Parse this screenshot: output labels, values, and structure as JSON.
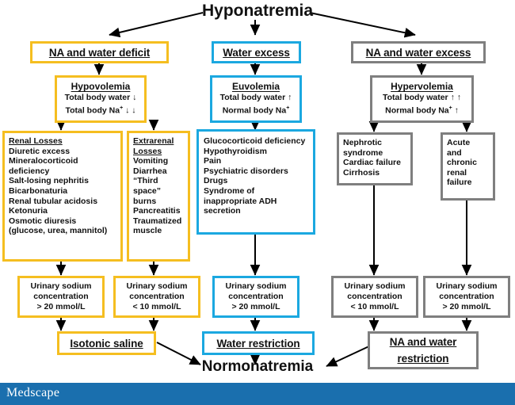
{
  "diagram": {
    "title": "Hyponatremia",
    "outcome": "Normonatremia",
    "colors": {
      "yellow": "#F5BE20",
      "blue": "#1BA8E0",
      "gray": "#7F7F7F",
      "footer_blue": "#1A6FAE",
      "text": "#111111"
    }
  },
  "branches": {
    "deficit": {
      "header": "NA and water deficit",
      "volume_status": {
        "name": "Hypovolemia",
        "line1": "Total body water ↓",
        "line2_pre": "Total body Na",
        "line2_sup": "+",
        "line2_post": " ↓ ↓"
      },
      "causes_left": {
        "heading": "Renal Losses",
        "items": [
          "Diuretic excess",
          "Mineralocorticoid",
          " deficiency",
          "Salt-losing nephritis",
          "Bicarbonaturia",
          "Renal tubular acidosis",
          "Ketonuria",
          "Osmotic diuresis",
          " (glucose, urea, mannitol)"
        ]
      },
      "causes_right": {
        "heading_line1": "Extrarenal",
        "heading_line2": "Losses",
        "items": [
          "Vomiting",
          "Diarrhea",
          "“Third",
          " space”",
          " burns",
          "Pancreatitis",
          "Traumatized",
          " muscle"
        ]
      },
      "urine_left": {
        "line1": "Urinary sodium",
        "line2": "concentration",
        "line3": "> 20 mmol/L"
      },
      "urine_right": {
        "line1": "Urinary sodium",
        "line2": "concentration",
        "line3": "< 10 mmol/L"
      },
      "treatment": "Isotonic saline"
    },
    "excess_water": {
      "header": "Water excess",
      "volume_status": {
        "name": "Euvolemia",
        "line1": "Total body water ↑",
        "line2_pre": "Normal body Na",
        "line2_sup": "+",
        "line2_post": ""
      },
      "causes": {
        "items": [
          "Glucocorticoid deficiency",
          "Hypothyroidism",
          "Pain",
          "Psychiatric disorders",
          "Drugs",
          "Syndrome of",
          " inappropriate ADH",
          " secretion"
        ]
      },
      "urine": {
        "line1": "Urinary sodium",
        "line2": "concentration",
        "line3": "> 20 mmol/L"
      },
      "treatment": "Water restriction"
    },
    "na_and_water_excess": {
      "header": "NA and water excess",
      "volume_status": {
        "name": "Hypervolemia",
        "line1": "Total body water ↑ ↑",
        "line2_pre": "Normal body Na",
        "line2_sup": "+",
        "line2_post": " ↑"
      },
      "causes_left": {
        "items": [
          "Nephrotic",
          " syndrome",
          "Cardiac failure",
          "Cirrhosis"
        ]
      },
      "causes_right": {
        "items": [
          "Acute",
          "and",
          "chronic",
          "renal",
          "failure"
        ]
      },
      "urine_left": {
        "line1": "Urinary sodium",
        "line2": "concentration",
        "line3": "< 10 mmol/L"
      },
      "urine_right": {
        "line1": "Urinary sodium",
        "line2": "concentration",
        "line3": "> 20 mmol/L"
      },
      "treatment_line1": "NA and water",
      "treatment_line2": "restriction"
    }
  },
  "footer": {
    "brand": "Medscape"
  }
}
